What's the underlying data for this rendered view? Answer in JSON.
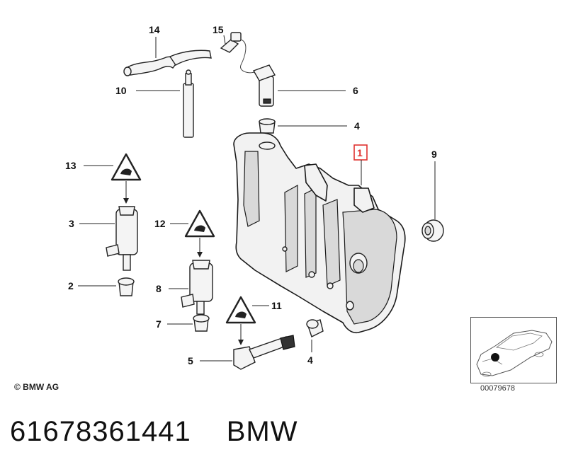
{
  "callouts": {
    "c1": "1",
    "c2": "2",
    "c3": "3",
    "c4a": "4",
    "c4b": "4",
    "c5": "5",
    "c6": "6",
    "c7": "7",
    "c8": "8",
    "c9": "9",
    "c10": "10",
    "c11": "11",
    "c12": "12",
    "c13": "13",
    "c14": "14",
    "c15": "15"
  },
  "highlight_color": "#e0312f",
  "copyright": "© BMW AG",
  "thumbnail_code": "00079678",
  "footer": {
    "part_number": "61678361441",
    "brand": "BMW"
  },
  "icons": [
    "warning-triangle-icon",
    "car-thumbnail-icon"
  ]
}
